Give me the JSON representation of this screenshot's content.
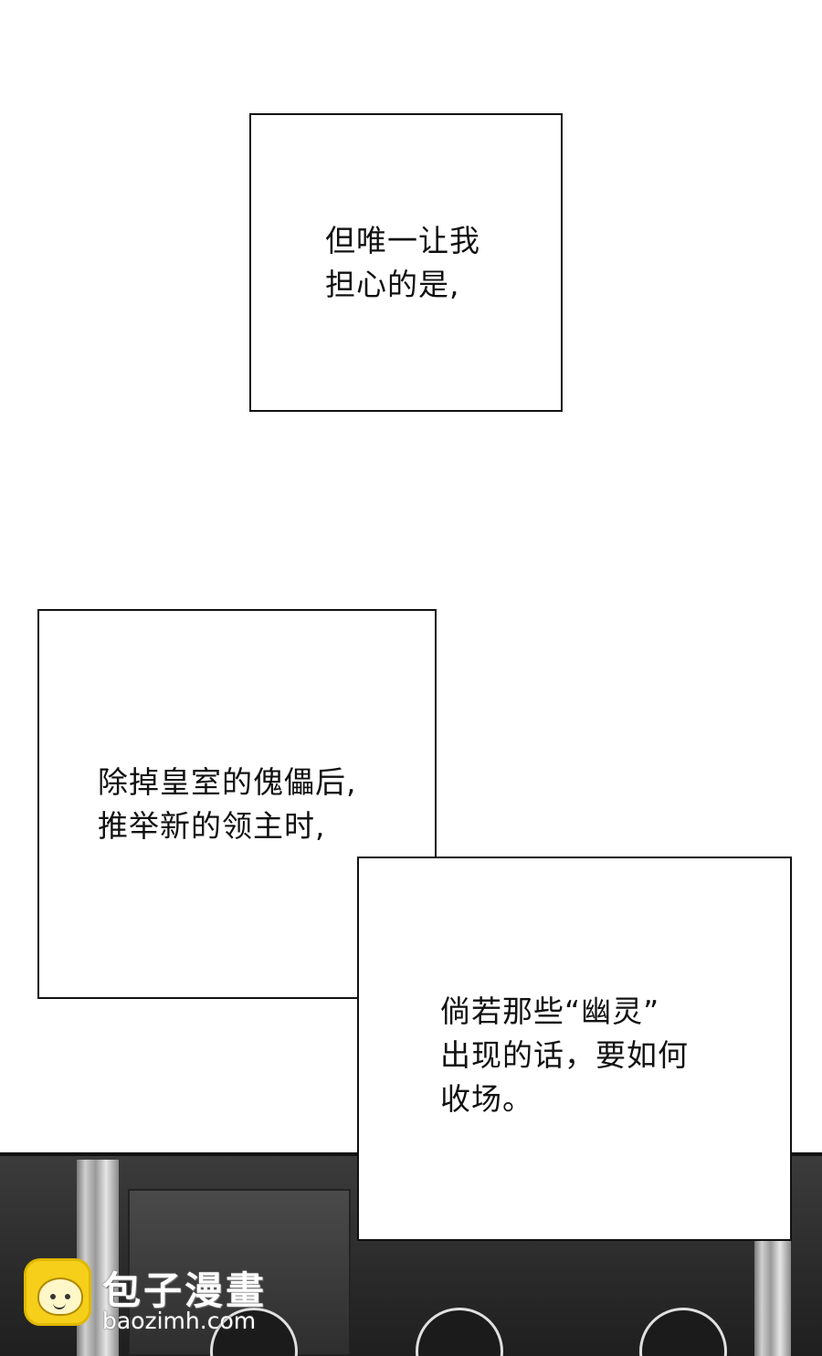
{
  "panels": {
    "dialog_1": "但唯一让我\n担心的是,",
    "dialog_2": "除掉皇室的傀儡后,\n推举新的领主时,",
    "dialog_3": "倘若那些“幽灵”\n出现的话，要如何\n收场。"
  },
  "watermark": {
    "logo_icon": "steamed-bun-icon",
    "title": "包子漫畫",
    "url": "baozimh.com",
    "accent_color": "#f5cf1a"
  }
}
